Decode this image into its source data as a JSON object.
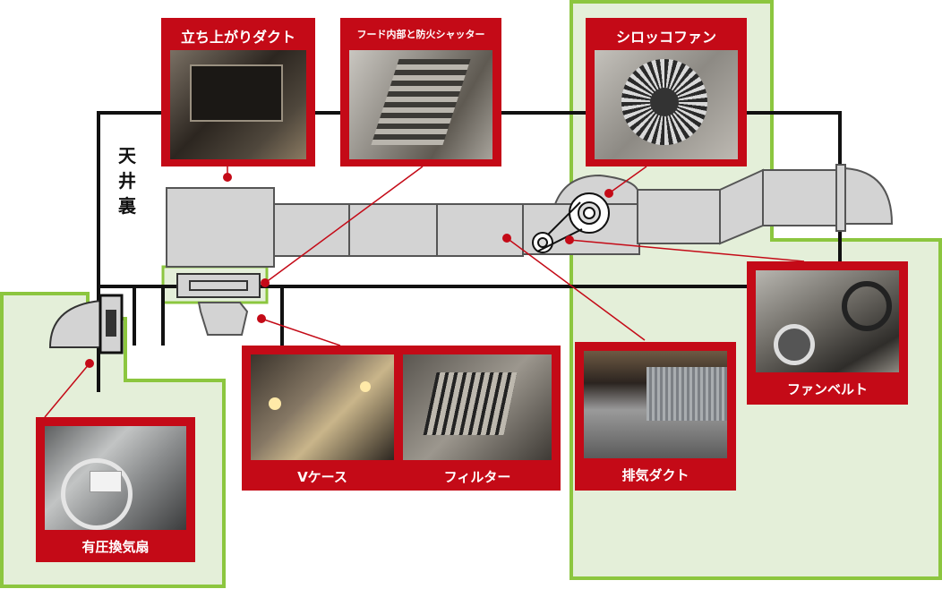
{
  "side_label": [
    "天",
    "井",
    "裏"
  ],
  "callouts": {
    "riser_duct": "立ち上がりダクト",
    "hood_shutter": "フード内部と防火シャッター",
    "sirocco_fan": "シロッコファン",
    "fan_belt": "ファンベルト",
    "exhaust_duct": "排気ダクト",
    "v_case": "Vケース",
    "filter": "フィルター",
    "pressure_fan": "有圧換気扇"
  },
  "colors": {
    "card_red": "#c40a17",
    "zone_green_border": "#8cc63f",
    "zone_green_fill": "#e4efd9",
    "duct_gray": "#d3d3d3",
    "line_black": "#111111",
    "leader_red": "#c40a17"
  }
}
